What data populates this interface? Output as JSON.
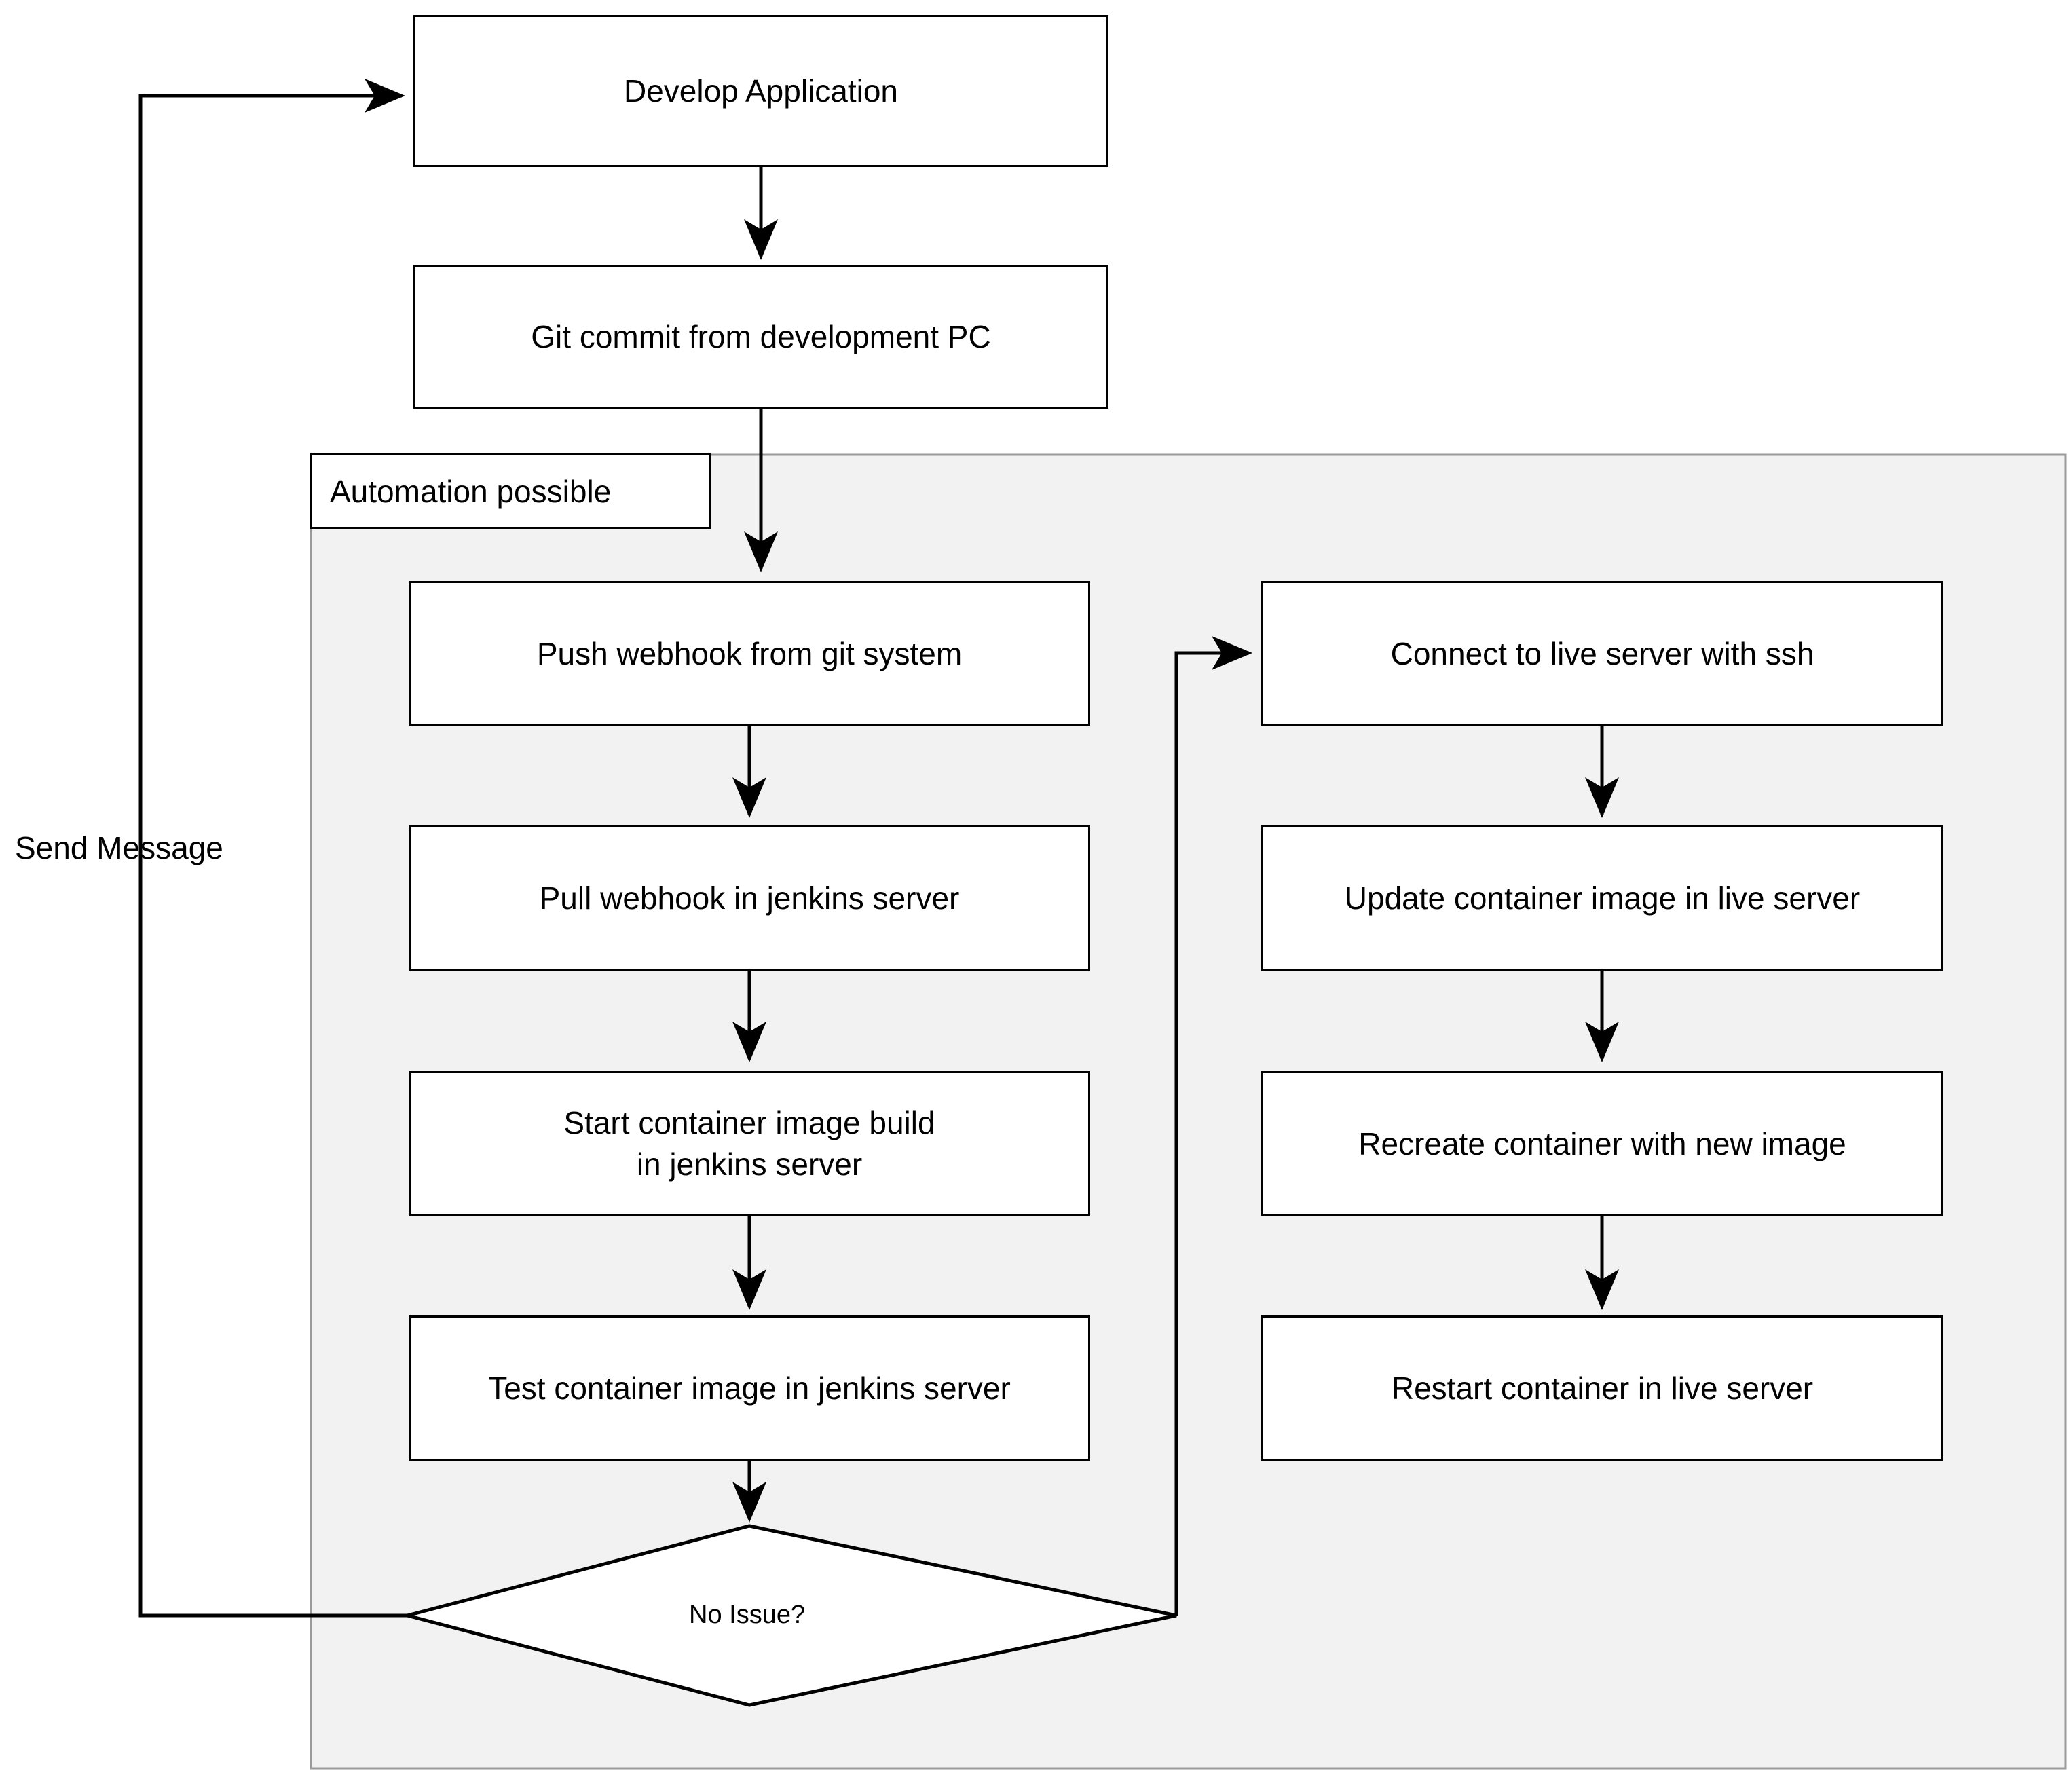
{
  "diagram": {
    "title": "CI/CD pipeline flowchart",
    "background_color": "#ffffff",
    "group_fill_color": "#f2f2f2",
    "stroke_color": "#000000",
    "node_fill_color": "#ffffff"
  },
  "group": {
    "label": "Automation possible"
  },
  "nodes": {
    "develop_application": "Develop Application",
    "git_commit": "Git commit from development PC",
    "push_webhook": "Push webhook from git system",
    "pull_webhook": "Pull webhook in jenkins server",
    "start_build_line1": "Start container image build",
    "start_build_line2": "in jenkins server",
    "test_image": "Test container image in jenkins server",
    "decision_no_issue": "No Issue?",
    "connect_ssh": "Connect to live server with ssh",
    "update_image": "Update container image in live server",
    "recreate_container": "Recreate container with new image",
    "restart_container": "Restart container in live server"
  },
  "edges": {
    "send_message": "Send Message"
  },
  "chart_data": {
    "type": "flowchart",
    "title": "CI/CD pipeline flowchart",
    "nodes": [
      {
        "id": "develop_application",
        "label": "Develop Application",
        "shape": "rect",
        "column": "left"
      },
      {
        "id": "git_commit",
        "label": "Git commit from development PC",
        "shape": "rect",
        "column": "left"
      },
      {
        "id": "push_webhook",
        "label": "Push webhook from git system",
        "shape": "rect",
        "column": "left",
        "group": "Automation possible"
      },
      {
        "id": "pull_webhook",
        "label": "Pull webhook in jenkins server",
        "shape": "rect",
        "column": "left",
        "group": "Automation possible"
      },
      {
        "id": "start_build",
        "label": "Start container image build in jenkins server",
        "shape": "rect",
        "column": "left",
        "group": "Automation possible"
      },
      {
        "id": "test_image",
        "label": "Test container image in jenkins server",
        "shape": "rect",
        "column": "left",
        "group": "Automation possible"
      },
      {
        "id": "decision_no_issue",
        "label": "No Issue?",
        "shape": "diamond",
        "column": "left",
        "group": "Automation possible"
      },
      {
        "id": "connect_ssh",
        "label": "Connect to live server with ssh",
        "shape": "rect",
        "column": "right",
        "group": "Automation possible"
      },
      {
        "id": "update_image",
        "label": "Update container image in live server",
        "shape": "rect",
        "column": "right",
        "group": "Automation possible"
      },
      {
        "id": "recreate_container",
        "label": "Recreate container with new image",
        "shape": "rect",
        "column": "right",
        "group": "Automation possible"
      },
      {
        "id": "restart_container",
        "label": "Restart container in live server",
        "shape": "rect",
        "column": "right",
        "group": "Automation possible"
      }
    ],
    "edges": [
      {
        "from": "develop_application",
        "to": "git_commit",
        "label": ""
      },
      {
        "from": "git_commit",
        "to": "push_webhook",
        "label": ""
      },
      {
        "from": "push_webhook",
        "to": "pull_webhook",
        "label": ""
      },
      {
        "from": "pull_webhook",
        "to": "start_build",
        "label": ""
      },
      {
        "from": "start_build",
        "to": "test_image",
        "label": ""
      },
      {
        "from": "test_image",
        "to": "decision_no_issue",
        "label": ""
      },
      {
        "from": "decision_no_issue",
        "to": "develop_application",
        "label": "Send Message"
      },
      {
        "from": "decision_no_issue",
        "to": "connect_ssh",
        "label": ""
      },
      {
        "from": "connect_ssh",
        "to": "update_image",
        "label": ""
      },
      {
        "from": "update_image",
        "to": "recreate_container",
        "label": ""
      },
      {
        "from": "recreate_container",
        "to": "restart_container",
        "label": ""
      }
    ],
    "groups": [
      {
        "id": "automation",
        "label": "Automation possible",
        "members": [
          "push_webhook",
          "pull_webhook",
          "start_build",
          "test_image",
          "decision_no_issue",
          "connect_ssh",
          "update_image",
          "recreate_container",
          "restart_container"
        ]
      }
    ]
  }
}
